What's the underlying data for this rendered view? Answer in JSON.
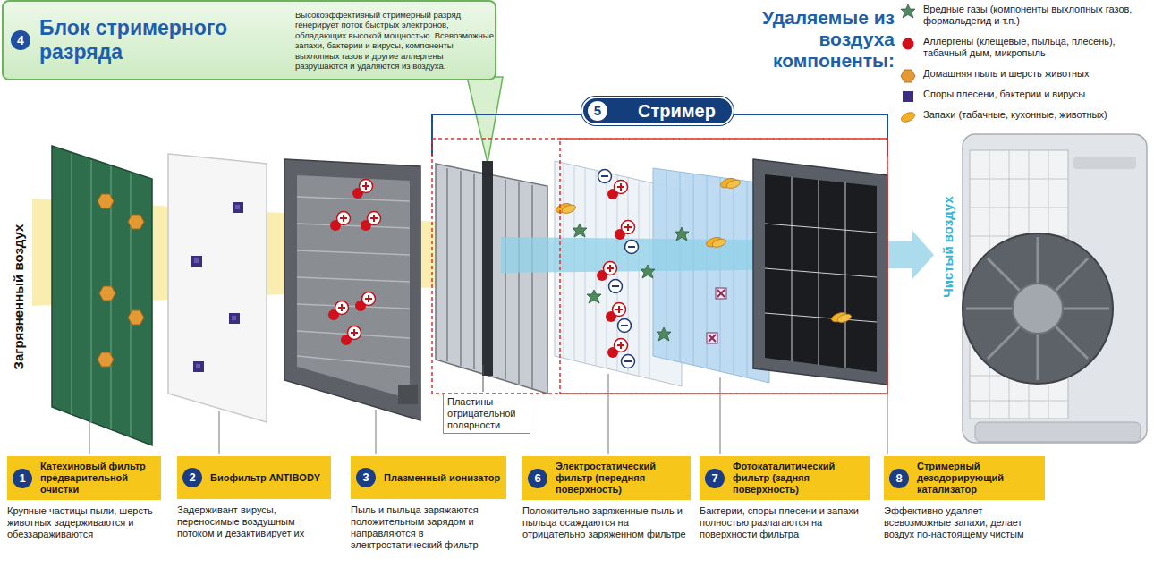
{
  "diagram": {
    "nodes": [
      {
        "text": [
          "4",
          "Блок стримерного разряда",
          "Высокоэффективный стримерный разряд генерирует поток быстрых электронов, обладающих высокой мощностью. Всевозможные запахи, бактерии и вирусы, компоненты выхлопных газов и другие аллергены разрушаются и удаляются из воздуха."
        ]
      },
      {
        "text": [
          "5",
          "Стример"
        ]
      },
      {
        "text": [
          "Пластины отрицательной полярности"
        ]
      },
      {
        "text": [
          "1",
          "Катехиновый фильтр предварительной очистки",
          "Крупные частицы пыли, шерсть животных задерживаются и обеззараживаются"
        ]
      },
      {
        "text": [
          "2",
          "Биофильтр ANTIBODY",
          "Задерживант вирусы, переносимые воздушным потоком и дезактивирует их"
        ]
      },
      {
        "text": [
          "3",
          "Плазменный ионизатор",
          "Пыль и пыльца заряжаются положительным зарядом и направляются в электростатический фильтр"
        ]
      },
      {
        "text": [
          "6",
          "Электростатический фильтр (передняя поверхность)",
          "Положительно заряженные пыль и пыльца осаждаются на отрицательно заряженном фильтре"
        ]
      },
      {
        "text": [
          "7",
          "Фотокаталитический фильтр (задняя поверхность)",
          "Бактерии, споры плесени и запахи полностью разлагаются на поверхности фильтра"
        ]
      },
      {
        "text": [
          "8",
          "Стримерный дезодорирующий катализатор",
          "Эффективно удаляет всевозможные запахи, делает воздух по-настоящему чистым"
        ]
      }
    ],
    "labels": [
      "Удаляемые из воздуха компоненты:",
      "Загрязненный воздух",
      "Чистый воздух"
    ],
    "legend": [
      {
        "text": "Вредные газы (компоненты выхлопных газов, формальдегид и т.п.)",
        "color": "#4f8a5e"
      },
      {
        "text": "Аллергены (клещевые, пыльца, плесень), табачный дым, микропыль",
        "color": "#d0111b"
      },
      {
        "text": "Домашняя пыль и шерсть животных",
        "color": "#e39a34"
      },
      {
        "text": "Споры плесени, бактерии и вирусы",
        "color": "#3b2e7e"
      },
      {
        "text": "Запахи (табачные, кухонные, животных)",
        "color": "#f0b02a"
      }
    ]
  }
}
